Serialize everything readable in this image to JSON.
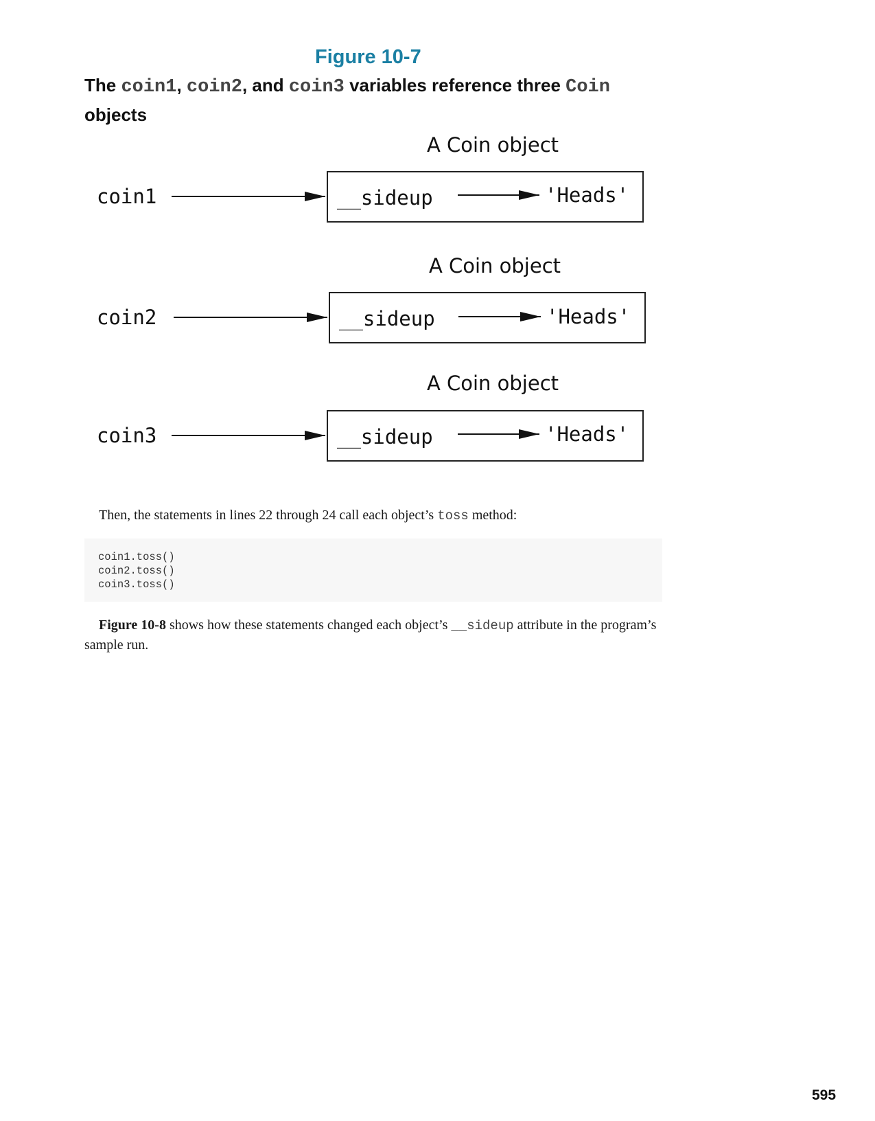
{
  "figure": {
    "label": "Figure 10-7",
    "caption": {
      "t1": "The ",
      "c1": "coin1",
      "t2": ", ",
      "c2": "coin2",
      "t3": ", and ",
      "c3": "coin3",
      "t4": " variables reference three ",
      "c4": "Coin",
      "t5": " objects"
    },
    "diagram": {
      "rows": [
        {
          "variable": "coin1",
          "object_title": "A Coin object",
          "attribute": "__sideup",
          "value": "'Heads'"
        },
        {
          "variable": "coin2",
          "object_title": "A Coin object",
          "attribute": "__sideup",
          "value": "'Heads'"
        },
        {
          "variable": "coin3",
          "object_title": "A Coin object",
          "attribute": "__sideup",
          "value": "'Heads'"
        }
      ]
    }
  },
  "paragraph1": {
    "before": "Then, the statements in lines 22 through 24 call each object’s ",
    "code": "toss",
    "after": " method:"
  },
  "code_lines": [
    "coin1.toss()",
    "coin2.toss()",
    "coin3.toss()"
  ],
  "paragraph2": {
    "bold": "Figure 10-8",
    "before": " shows how these statements changed each object’s ",
    "code": "__sideup",
    "after": " attribute in the program’s sample run."
  },
  "page_number": "595"
}
